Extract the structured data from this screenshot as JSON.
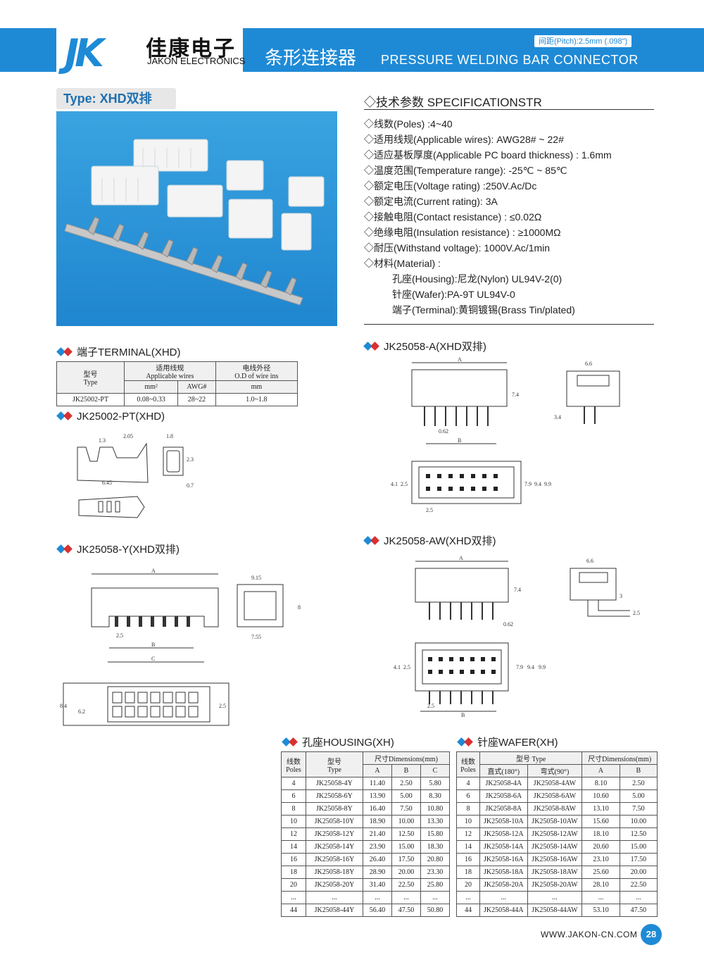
{
  "header": {
    "logo_mark": "JK",
    "logo_cn": "佳康电子",
    "logo_en": "JAKON ELECTRONICS",
    "pitch": "间距(Pitch):2.5mm (.098\")",
    "title_cn": "条形连接器",
    "title_en": "PRESSURE WELDING BAR CONNECTOR",
    "brand_color": "#1e8ad6"
  },
  "type_tag": "Type: XHD双排",
  "specs": {
    "title": "◇技术参数 SPECIFICATIONSTR",
    "items": [
      "◇线数(Poles) :4~40",
      "◇适用线规(Applicable wires): AWG28# ~ 22#",
      "◇适应基板厚度(Applicable PC board thickness) : 1.6mm",
      "◇温度范围(Temperature range): -25℃ ~ 85℃",
      "◇额定电压(Voltage rating) :250V.Ac/Dc",
      "◇额定电流(Current rating): 3A",
      "◇接触电阻(Contact resistance) : ≤0.02Ω",
      "◇绝缘电阻(Insulation resistance) : ≥1000MΩ",
      "◇耐压(Withstand voltage): 1000V.Ac/1min",
      "◇材料(Material) :"
    ],
    "materials": [
      "孔座(Housing):尼龙(Nylon) UL94V-2(0)",
      "针座(Wafer):PA-9T UL94V-0",
      "端子(Terminal):黄铜镀锡(Brass Tin/plated)"
    ]
  },
  "sections": {
    "terminal": "端子TERMINAL(XHD)",
    "pt": "JK25002-PT(XHD)",
    "y": "JK25058-Y(XHD双排)",
    "a": "JK25058-A(XHD双排)",
    "aw": "JK25058-AW(XHD双排)",
    "housing": "孔座HOUSING(XH)",
    "wafer": "针座WAFER(XH)"
  },
  "terminal_table": {
    "h_type": "型号",
    "h_type_en": "Type",
    "h_wires": "适用线规",
    "h_wires_en": "Applicable wires",
    "h_od": "电线外径",
    "h_od_en": "O.D of wire ins",
    "h_mm2": "mm²",
    "h_awg": "AWG#",
    "h_mm": "mm",
    "row": [
      "JK25002-PT",
      "0.08~0.33",
      "28~22",
      "1.0~1.8"
    ]
  },
  "dims": {
    "pt": [
      "1.3",
      "2.05",
      "1.8",
      "6.45",
      "2.3",
      "0.7"
    ],
    "y": [
      "A",
      "2.5",
      "B",
      "C",
      "9.15",
      "8",
      "7.55",
      "8.4",
      "6.2",
      "2.5"
    ],
    "a": [
      "A",
      "7.4",
      "0.62",
      "B",
      "6.6",
      "3.4",
      "4.1",
      "2.5",
      "7.9",
      "9.4",
      "9.9",
      "2.5"
    ],
    "aw": [
      "A",
      "7.4",
      "0.62",
      "6.6",
      "3",
      "2.5",
      "4.1",
      "2.5",
      "7.9",
      "9.4",
      "9.9",
      "2.5",
      "B"
    ]
  },
  "housing_table": {
    "h_poles": "线数",
    "h_poles_en": "Poles",
    "h_type": "型号",
    "h_type_en": "Type",
    "h_dims": "尺寸Dimensions(mm)",
    "cols": [
      "A",
      "B",
      "C"
    ],
    "rows": [
      [
        "4",
        "JK25058-4Y",
        "11.40",
        "2.50",
        "5.80"
      ],
      [
        "6",
        "JK25058-6Y",
        "13.90",
        "5.00",
        "8.30"
      ],
      [
        "8",
        "JK25058-8Y",
        "16.40",
        "7.50",
        "10.80"
      ],
      [
        "10",
        "JK25058-10Y",
        "18.90",
        "10.00",
        "13.30"
      ],
      [
        "12",
        "JK25058-12Y",
        "21.40",
        "12.50",
        "15.80"
      ],
      [
        "14",
        "JK25058-14Y",
        "23.90",
        "15.00",
        "18.30"
      ],
      [
        "16",
        "JK25058-16Y",
        "26.40",
        "17.50",
        "20.80"
      ],
      [
        "18",
        "JK25058-18Y",
        "28.90",
        "20.00",
        "23.30"
      ],
      [
        "20",
        "JK25058-20Y",
        "31.40",
        "22.50",
        "25.80"
      ],
      [
        "...",
        "...",
        "...",
        "...",
        "..."
      ],
      [
        "44",
        "JK25058-44Y",
        "56.40",
        "47.50",
        "50.80"
      ]
    ]
  },
  "wafer_table": {
    "h_poles": "线数",
    "h_poles_en": "Poles",
    "h_type": "型号  Type",
    "h_dims": "尺寸Dimensions(mm)",
    "h_straight": "直式(180°)",
    "h_bent": "弯式(90°)",
    "cols": [
      "A",
      "B"
    ],
    "rows": [
      [
        "4",
        "JK25058-4A",
        "JK25058-4AW",
        "8.10",
        "2.50"
      ],
      [
        "6",
        "JK25058-6A",
        "JK25058-6AW",
        "10.60",
        "5.00"
      ],
      [
        "8",
        "JK25058-8A",
        "JK25058-8AW",
        "13.10",
        "7.50"
      ],
      [
        "10",
        "JK25058-10A",
        "JK25058-10AW",
        "15.60",
        "10.00"
      ],
      [
        "12",
        "JK25058-12A",
        "JK25058-12AW",
        "18.10",
        "12.50"
      ],
      [
        "14",
        "JK25058-14A",
        "JK25058-14AW",
        "20.60",
        "15.00"
      ],
      [
        "16",
        "JK25058-16A",
        "JK25058-16AW",
        "23.10",
        "17.50"
      ],
      [
        "18",
        "JK25058-18A",
        "JK25058-18AW",
        "25.60",
        "20.00"
      ],
      [
        "20",
        "JK25058-20A",
        "JK25058-20AW",
        "28.10",
        "22.50"
      ],
      [
        "...",
        "...",
        "...",
        "...",
        "..."
      ],
      [
        "44",
        "JK25058-44A",
        "JK25058-44AW",
        "53.10",
        "47.50"
      ]
    ]
  },
  "footer": {
    "url": "WWW.JAKON-CN.COM",
    "page": "28"
  }
}
